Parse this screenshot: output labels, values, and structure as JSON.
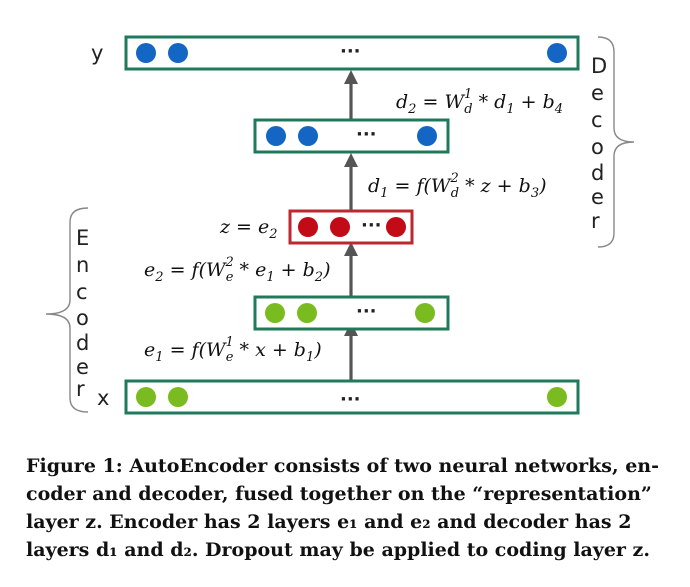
{
  "colors": {
    "layer_border": "#1f7a5a",
    "rep_border": "#c0262d",
    "output_node": "#1466c4",
    "input_node": "#7abb20",
    "rep_node": "#c20b16",
    "arrow": "#555555"
  },
  "diagram": {
    "ellipsis": "···",
    "labels": {
      "y": "y",
      "x": "x"
    },
    "encoder_letters": [
      "E",
      "n",
      "c",
      "o",
      "d",
      "e",
      "r"
    ],
    "decoder_letters": [
      "D",
      "e",
      "c",
      "o",
      "d",
      "e",
      "r"
    ],
    "equations": {
      "d2": {
        "lhs": "d",
        "lhs_sub": "2",
        "eq": " = W",
        "w_sup": "1",
        "w_sub": "d",
        "rest1": " * d",
        "rest1_sub": "1",
        "rest2": " + b",
        "rest2_sub": "4"
      },
      "d1": {
        "lhs": "d",
        "lhs_sub": "1",
        "eq": " = f(W",
        "w_sup": "2",
        "w_sub": "d",
        "rest1": " * z + b",
        "rest1_sub": "3",
        "rest2": ")"
      },
      "z": {
        "lhs": "z = e",
        "lhs_sub": "2"
      },
      "e2": {
        "lhs": "e",
        "lhs_sub": "2",
        "eq": " = f(W",
        "w_sup": "2",
        "w_sub": "e",
        "rest1": " * e",
        "rest1_sub": "1",
        "rest2": " + b",
        "rest2_sub": "2",
        "rest3": ")"
      },
      "e1": {
        "lhs": "e",
        "lhs_sub": "1",
        "eq": " = f(W",
        "w_sup": "1",
        "w_sub": "e",
        "rest1": " * x + b",
        "rest1_sub": "1",
        "rest2": ")"
      }
    }
  },
  "caption": {
    "lines": [
      "Figure 1: AutoEncoder consists of two neural networks, en-",
      "coder and decoder, fused together on the “representation”",
      "layer z.  Encoder has 2 layers e₁ and e₂ and decoder has 2",
      "layers d₁ and d₂. Dropout may be applied to coding layer z."
    ]
  }
}
